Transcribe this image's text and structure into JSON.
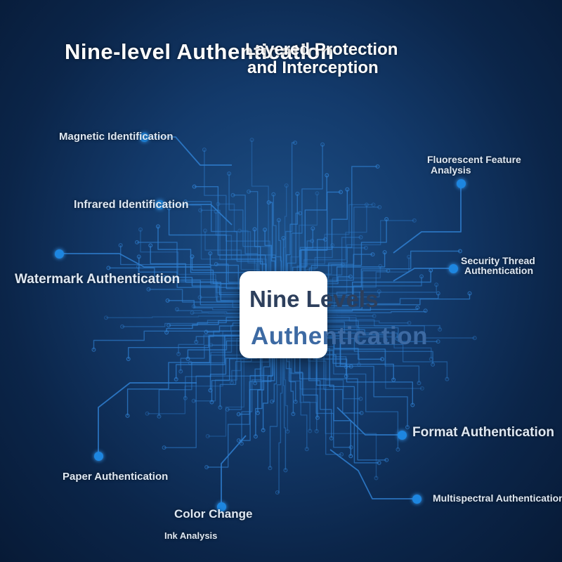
{
  "title": "Nine-level Authentication",
  "subtitle_line1": "Layered Protection",
  "subtitle_line2": "and Interception",
  "center": {
    "line1": "Nine Levels",
    "line2": "Authentication"
  },
  "labels": {
    "magnetic": "Magnetic Identification",
    "infrared": "Infrared Identification",
    "watermark": "Watermark Authentication",
    "paper": "Paper Authentication",
    "color_change": "Color Change",
    "ink": "Ink Analysis",
    "fluorescent_1": "Fluorescent Feature",
    "fluorescent_2": "Analysis",
    "thread_1": "Security Thread",
    "thread_2": "Authentication",
    "format": "Format Authentication",
    "multispectral": "Multispectral Authentication"
  },
  "colors": {
    "background": "#0f3160",
    "circuit": "#2f7fd0",
    "dot": "#1d86e0"
  }
}
